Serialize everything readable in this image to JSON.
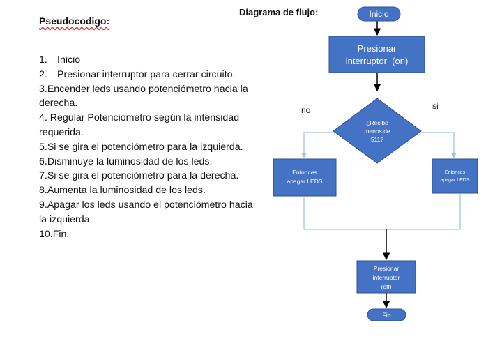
{
  "pseudocode": {
    "title": "Pseudocodigo:",
    "steps": [
      {
        "num": "1.",
        "text": "Inicio"
      },
      {
        "num": "2.",
        "text": "Presionar interruptor para cerrar circuito."
      },
      {
        "text": "3.Encender leds usando potenciómetro hacia la derecha."
      },
      {
        "text": "4. Regular Potenciómetro según la intensidad requerida."
      },
      {
        "text": "5.Si se gira el potenciómetro para la izquierda."
      },
      {
        "text": "6.Disminuye la luminosidad de los leds."
      },
      {
        "text": "7.Si se gira el potenciómetro para la derecha."
      },
      {
        "text": "8.Aumenta la luminosidad de los leds."
      },
      {
        "text": "9.Apagar los leds usando el potenciómetro hacia la izquierda."
      },
      {
        "text": "10.Fin."
      }
    ]
  },
  "flowchart": {
    "title": "Diagrama de flujo:",
    "start": "Inicio",
    "press_on_line1": "Presionar",
    "press_on_line2": "interruptor  (on)",
    "decision_line1": "¿Recibe",
    "decision_line2": "menos de",
    "decision_line3": "511?",
    "label_no": "no",
    "label_yes": "si",
    "left_line1": "Entonces",
    "left_line2": "apagar LEDS",
    "right_line1": "Entonces",
    "right_line2": "apagar LEDS",
    "press_off_line1": "Presionar",
    "press_off_line2": "interruptor",
    "press_off_line3": "(off)",
    "end": "Fin"
  },
  "colors": {
    "shape_fill": "#4472c4",
    "shape_stroke": "#2f528f",
    "connector": "#000000",
    "branch_line": "#9dc3e6"
  }
}
